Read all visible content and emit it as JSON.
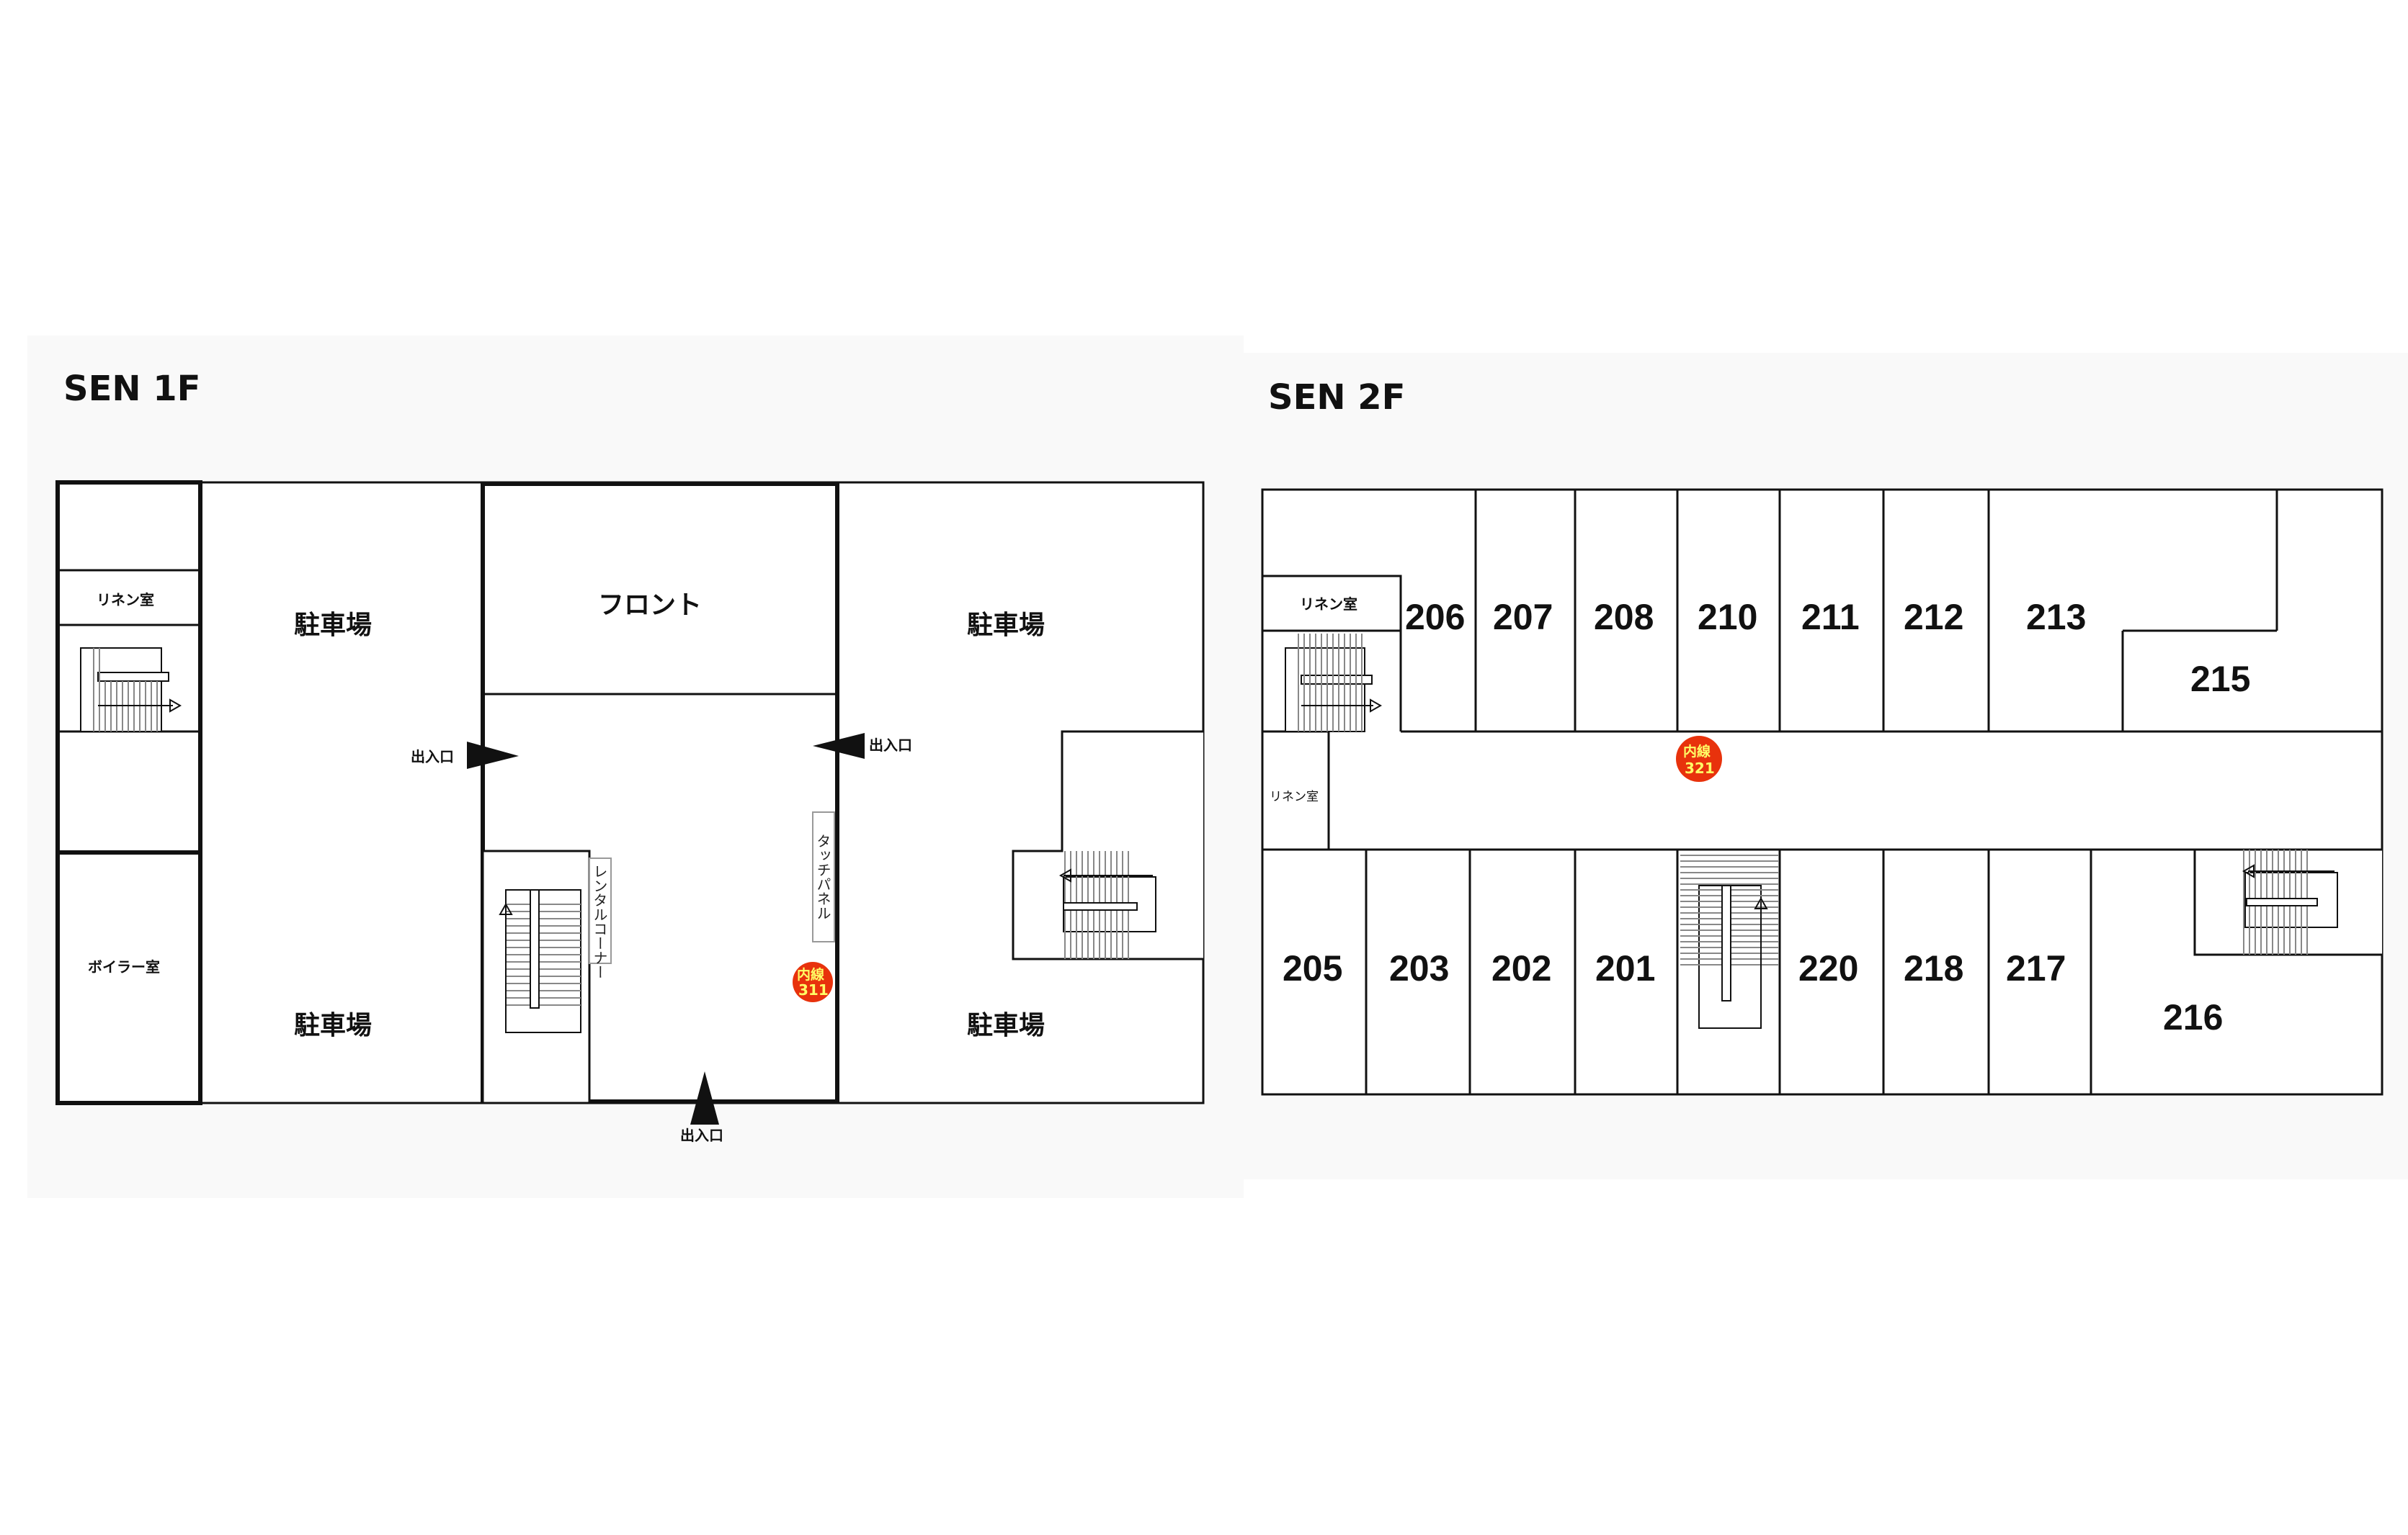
{
  "floor1": {
    "title": "SEN 1F",
    "rooms": {
      "linen": "リネン室",
      "boiler": "ボイラー室",
      "parking_top_left": "駐車場",
      "parking_bottom_left": "駐車場",
      "parking_top_right": "駐車場",
      "parking_bottom_right": "駐車場",
      "front": "フロント",
      "rental_corner": "レンタルコーナー",
      "touch_panel": "タッチパネル"
    },
    "entrance_label": "出入口",
    "extension": {
      "line1": "内線",
      "line2": "311"
    }
  },
  "floor2": {
    "title": "SEN 2F",
    "rooms": {
      "linen_top": "リネン室",
      "linen_mid": "リネン室",
      "r206": "206",
      "r207": "207",
      "r208": "208",
      "r210": "210",
      "r211": "211",
      "r212": "212",
      "r213": "213",
      "r215": "215",
      "r205": "205",
      "r203": "203",
      "r202": "202",
      "r201": "201",
      "r220": "220",
      "r218": "218",
      "r217": "217",
      "r216": "216"
    },
    "extension": {
      "line1": "内線",
      "line2": "321"
    }
  },
  "colors": {
    "panel_bg": "#f9f9f9",
    "wall": "#111111",
    "extension_badge": "#e8320c",
    "extension_text": "#ffff66"
  }
}
